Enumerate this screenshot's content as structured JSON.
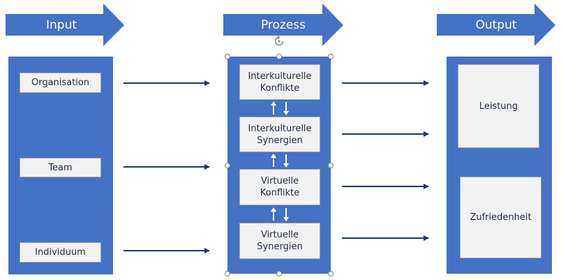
{
  "colors": {
    "accent": "#4472c4",
    "box_fill": "#f2f2f2",
    "arrow_line": "#1f3864"
  },
  "headers": {
    "input": "Input",
    "process": "Prozess",
    "output": "Output"
  },
  "input": {
    "items": [
      "Organisation",
      "Team",
      "Individuum"
    ]
  },
  "process": {
    "items": [
      "Interkulturelle\nKonflikte",
      "Interkulturelle\nSynergien",
      "Virtuelle\nKonflikte",
      "Virtuelle\nSynergien"
    ]
  },
  "output": {
    "items": [
      "Leistung",
      "Zufriedenheit"
    ]
  },
  "icons": {
    "rotate_handle": "rotate-icon",
    "bidirectional": "up-down-arrows-icon"
  }
}
